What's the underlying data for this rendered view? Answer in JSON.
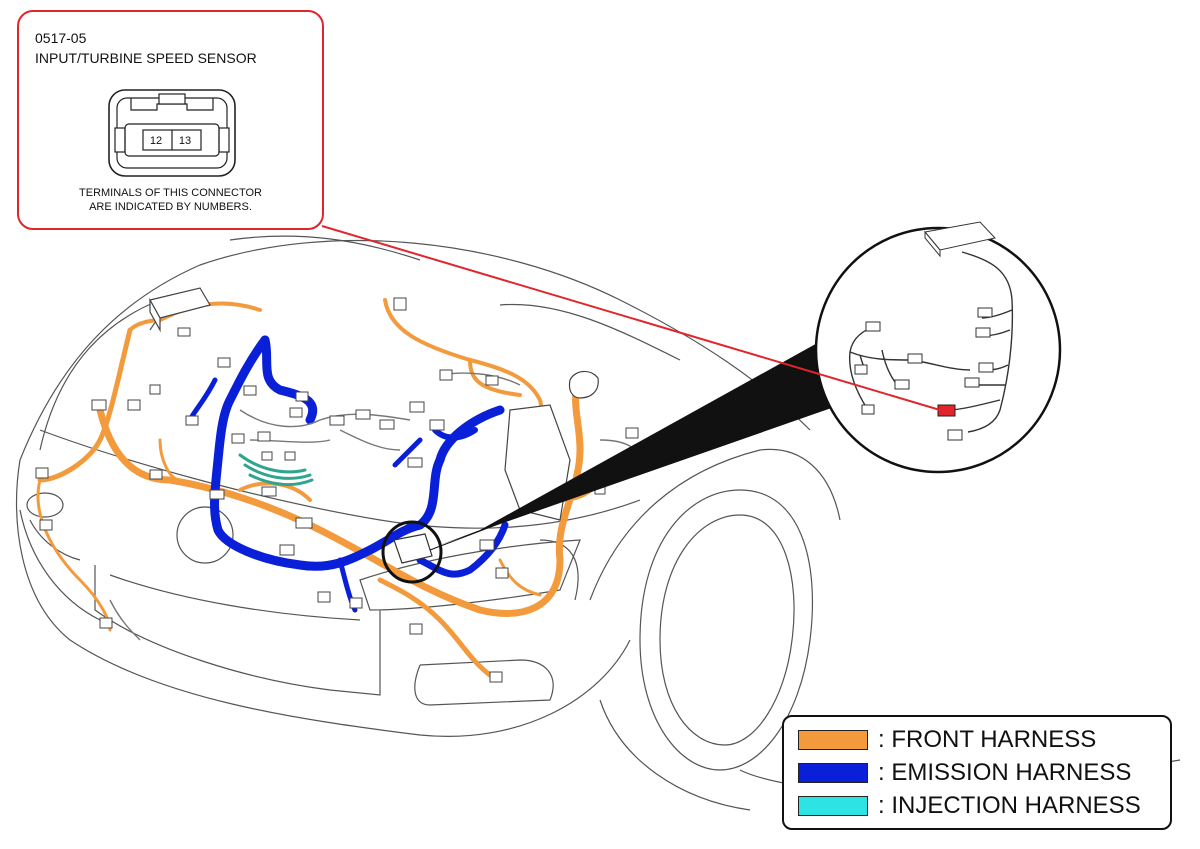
{
  "callout": {
    "code": "0517-05",
    "name": "INPUT/TURBINE SPEED SENSOR",
    "terminals": [
      "12",
      "13"
    ],
    "note_line1": "TERMINALS OF THIS CONNECTOR",
    "note_line2": "ARE INDICATED BY NUMBERS."
  },
  "legend": [
    {
      "color": "#f39a3c",
      "label": ": FRONT HARNESS"
    },
    {
      "color": "#0a1fd8",
      "label": ": EMISSION HARNESS"
    },
    {
      "color": "#2de3e3",
      "label": ": INJECTION HARNESS"
    }
  ],
  "colors": {
    "front_harness": "#f39a3c",
    "emission_harness": "#0a1fd8",
    "injection_harness": "#2fa58f",
    "highlight_connector": "#e0262b",
    "leader_line": "#e0262b"
  }
}
